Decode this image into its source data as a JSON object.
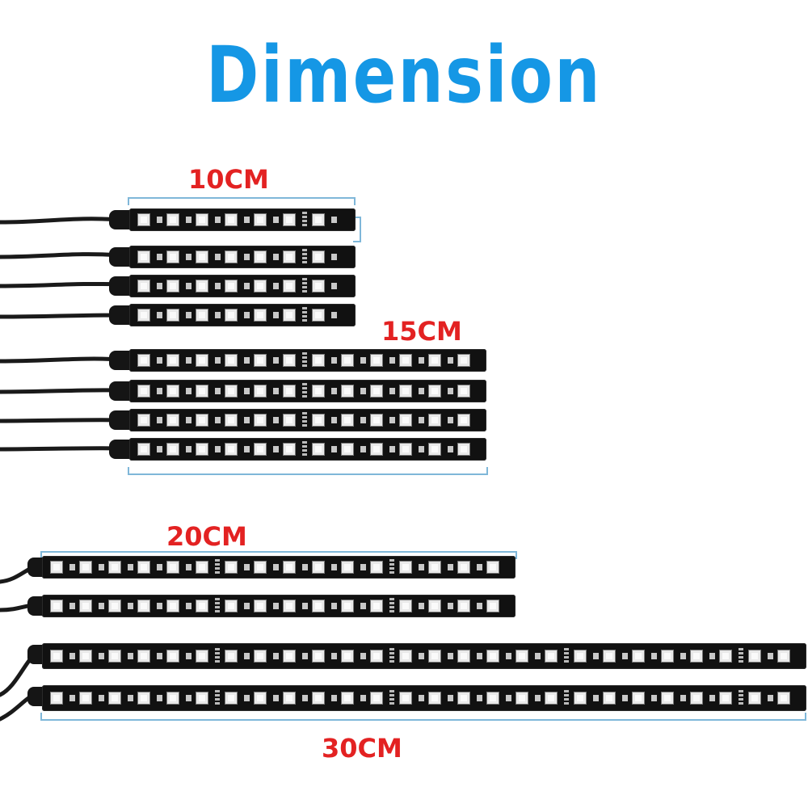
{
  "title": "Dimension",
  "colors": {
    "title": "#1597e5",
    "label": "#e32222",
    "bracket": "#7fb7d9",
    "strip": "#111111"
  },
  "labels": {
    "cm10": "10CM",
    "cm15": "15CM",
    "cm20": "20CM",
    "cm30": "30CM"
  },
  "groups": [
    {
      "name": "10CM",
      "count": 4
    },
    {
      "name": "15CM",
      "count": 4
    },
    {
      "name": "20CM",
      "count": 2
    },
    {
      "name": "30CM",
      "count": 2
    }
  ]
}
